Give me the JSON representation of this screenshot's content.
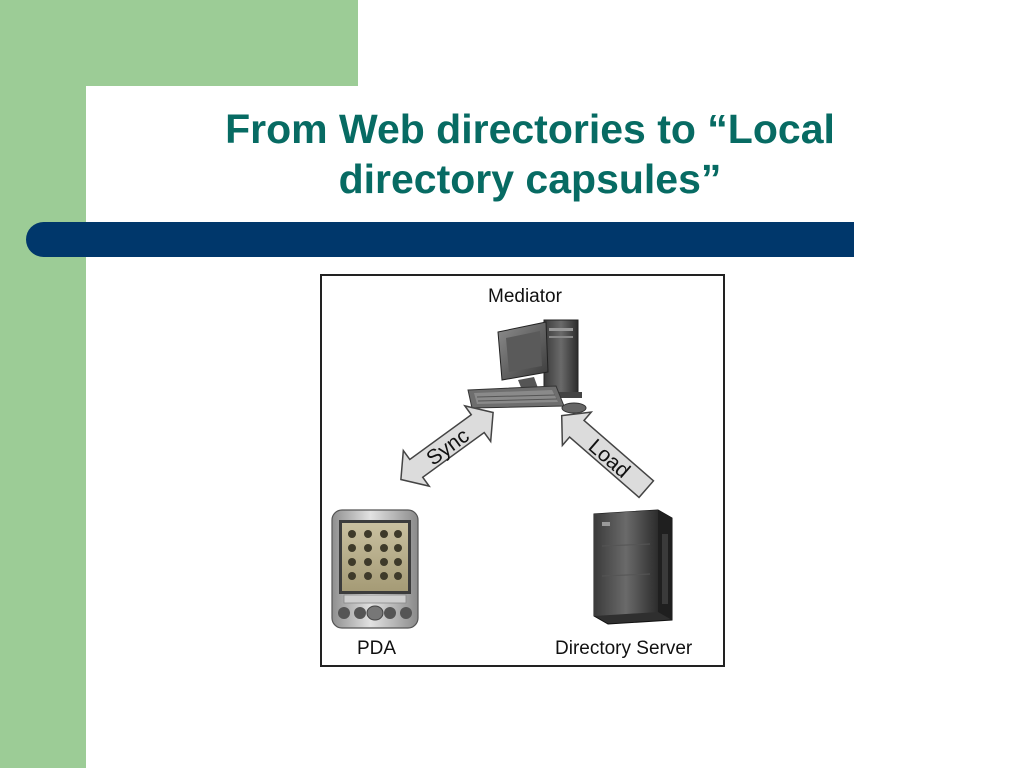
{
  "slide": {
    "title_line1": "From Web directories to “Local",
    "title_line2": "directory capsules”"
  },
  "diagram": {
    "nodes": {
      "mediator": "Mediator",
      "pda": "PDA",
      "directory_server": "Directory Server"
    },
    "edges": {
      "sync": "Sync",
      "load": "Load"
    }
  },
  "colors": {
    "title": "#076b63",
    "bar": "#00376b",
    "side_panel": "#9ccc96",
    "arrow_fill": "#dcdcdc"
  }
}
